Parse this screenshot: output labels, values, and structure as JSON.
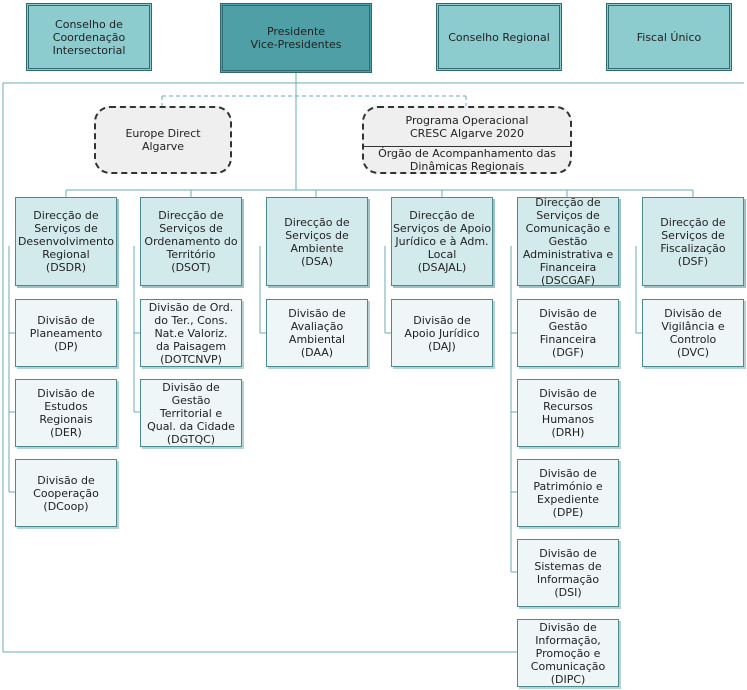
{
  "top": {
    "conselho_coordenacao": "Conselho de\nCoordenação\nIntersectorial",
    "presidente": "Presidente\nVice-Presidentes",
    "conselho_regional": "Conselho Regional",
    "fiscal_unico": "Fiscal Único"
  },
  "advisory": {
    "europe_direct": "Europe Direct\nAlgarve",
    "programa_operacional": "Programa Operacional\nCRESC Algarve 2020",
    "orgao_acompanhamento": "Órgão de Acompanhamento das\nDinâmicas Regionais"
  },
  "directorates": [
    {
      "label": "Direcção de\nServiços de\nDesenvolvimento\nRegional\n(DSDR)",
      "divisions": [
        "Divisão de\nPlaneamento\n(DP)",
        "Divisão de\nEstudos\nRegionais\n(DER)",
        "Divisão de\nCooperação\n(DCoop)"
      ]
    },
    {
      "label": "Direcção de\nServiços de\nOrdenamento do\nTerritório\n(DSOT)",
      "divisions": [
        "Divisão de Ord.\ndo Ter., Cons.\nNat.e Valoriz.\nda Paisagem\n(DOTCNVP)",
        "Divisão de\nGestão\nTerritorial e\nQual. da Cidade\n(DGTQC)"
      ]
    },
    {
      "label": "Direcção de\nServiços de\nAmbiente\n(DSA)",
      "divisions": [
        "Divisão de\nAvaliação\nAmbiental\n(DAA)"
      ]
    },
    {
      "label": "Direcção de\nServiços de Apoio\nJurídico e à Adm.\nLocal\n(DSAJAL)",
      "divisions": [
        "Divisão de\nApoio Jurídico\n(DAJ)"
      ]
    },
    {
      "label": "Direcção de\nServiços de\nComunicação e\nGestão\nAdministrativa e\nFinanceira\n(DSCGAF)",
      "divisions": [
        "Divisão de\nGestão\nFinanceira\n(DGF)",
        "Divisão de\nRecursos\nHumanos\n(DRH)",
        "Divisão de\nPatrimónio e\nExpediente\n(DPE)",
        "Divisão de\nSistemas de\nInformação\n(DSI)"
      ]
    },
    {
      "label": "Direcção de\nServiços de\nFiscalização\n(DSF)",
      "divisions": [
        "Divisão de\nVigilância e\nControlo\n(DVC)"
      ]
    }
  ],
  "dipc": "Divisão de\nInformação,\nPromoção e\nComunicação\n(DIPC)"
}
